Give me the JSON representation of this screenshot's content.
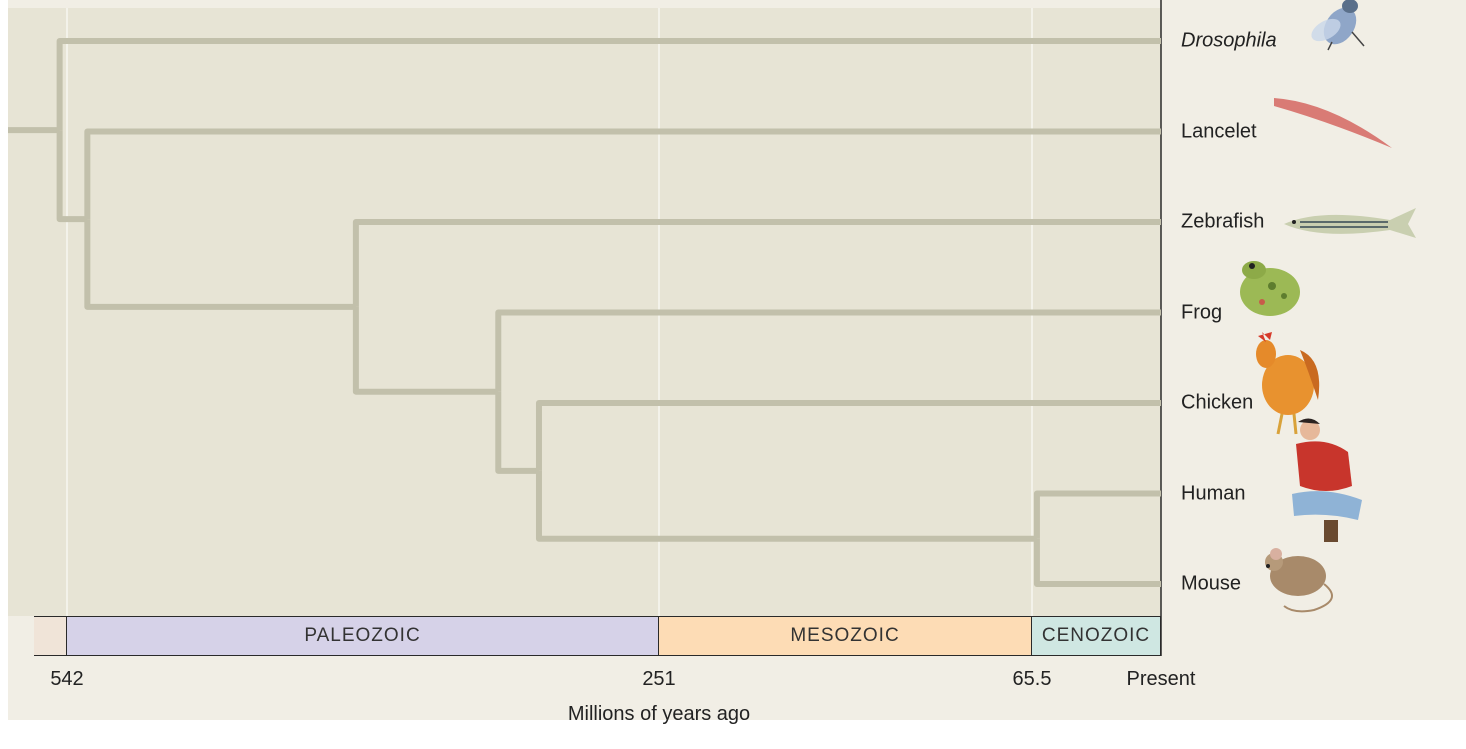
{
  "axis": {
    "title": "Millions of years ago",
    "ticks": [
      {
        "value": 542,
        "label": "542"
      },
      {
        "value": 251,
        "label": "251"
      },
      {
        "value": 65.5,
        "label": "65.5"
      },
      {
        "value": 0,
        "label": "Present"
      }
    ]
  },
  "eras": [
    {
      "name": "",
      "from": 560,
      "to": 542,
      "color": "#f0e4d8"
    },
    {
      "name": "PALEOZOIC",
      "from": 542,
      "to": 251,
      "color": "#d6d2e8"
    },
    {
      "name": "MESOZOIC",
      "from": 251,
      "to": 65.5,
      "color": "#fddcb5"
    },
    {
      "name": "CENOZOIC",
      "from": 65.5,
      "to": 0,
      "color": "#cfe7e2"
    }
  ],
  "taxa": [
    {
      "name": "Drosophila",
      "italic": true,
      "icon": "fly-icon"
    },
    {
      "name": "Lancelet",
      "italic": false,
      "icon": "lancelet-icon"
    },
    {
      "name": "Zebrafish",
      "italic": false,
      "icon": "zebrafish-icon"
    },
    {
      "name": "Frog",
      "italic": false,
      "icon": "frog-icon"
    },
    {
      "name": "Chicken",
      "italic": false,
      "icon": "chicken-icon"
    },
    {
      "name": "Human",
      "italic": false,
      "icon": "human-icon"
    },
    {
      "name": "Mouse",
      "italic": false,
      "icon": "mouse-icon"
    }
  ],
  "tree": {
    "units": "millions of years ago",
    "root_stem_from": 574,
    "divergences": [
      {
        "id": "root",
        "time": 546,
        "children": [
          "Drosophila",
          "chordates"
        ]
      },
      {
        "id": "chordates",
        "time": 532,
        "children": [
          "Lancelet",
          "vertebrates"
        ]
      },
      {
        "id": "vertebrates",
        "time": 400,
        "children": [
          "Zebrafish",
          "tetrapods"
        ]
      },
      {
        "id": "tetrapods",
        "time": 330,
        "children": [
          "Frog",
          "amniotes"
        ]
      },
      {
        "id": "amniotes",
        "time": 310,
        "children": [
          "Chicken",
          "mammals"
        ]
      },
      {
        "id": "mammals",
        "time": 63,
        "children": [
          "Human",
          "Mouse"
        ]
      }
    ]
  },
  "colors": {
    "branch": "#c2c0ab",
    "gridline": "#ffffff",
    "plot_background": "#e7e4d5",
    "outer_background": "#f1eee5"
  }
}
